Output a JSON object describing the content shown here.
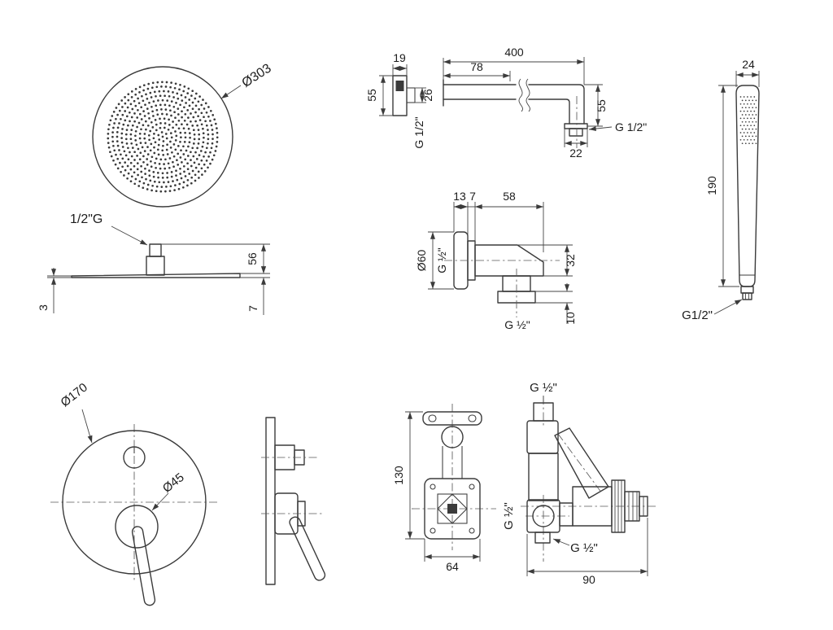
{
  "page": {
    "background": "#ffffff",
    "ink": "#3b3b3b"
  },
  "labels": {
    "head_top": {
      "diameter": "Ø303"
    },
    "head_side": {
      "thread": "1/2\"G",
      "height": "56",
      "right_thk": "7",
      "left_thk": "3"
    },
    "arm": {
      "flange_width": "19",
      "flange_height": "55",
      "pipe_dia": "26",
      "thread_in": "G 1/2\"",
      "length": "400",
      "inset": "78",
      "drop": "55",
      "nozzle": "22",
      "thread_out": "G 1/2\""
    },
    "elbow": {
      "flange_thk": "13",
      "gap": "7",
      "depth": "58",
      "flange_dia": "Ø60",
      "thread_in": "G ½\"",
      "body_height": "32",
      "lip": "10",
      "thread_out": "G ½\""
    },
    "handshower": {
      "width": "24",
      "length": "190",
      "thread": "G1/2\""
    },
    "trim": {
      "plate_dia": "Ø170",
      "knob_dia": "Ø45"
    },
    "valve_front": {
      "height": "130",
      "width": "64"
    },
    "valve_side": {
      "thread_top": "G ½\"",
      "thread_left": "G ½\"",
      "thread_bottom": "G ½\"",
      "width": "90"
    }
  }
}
